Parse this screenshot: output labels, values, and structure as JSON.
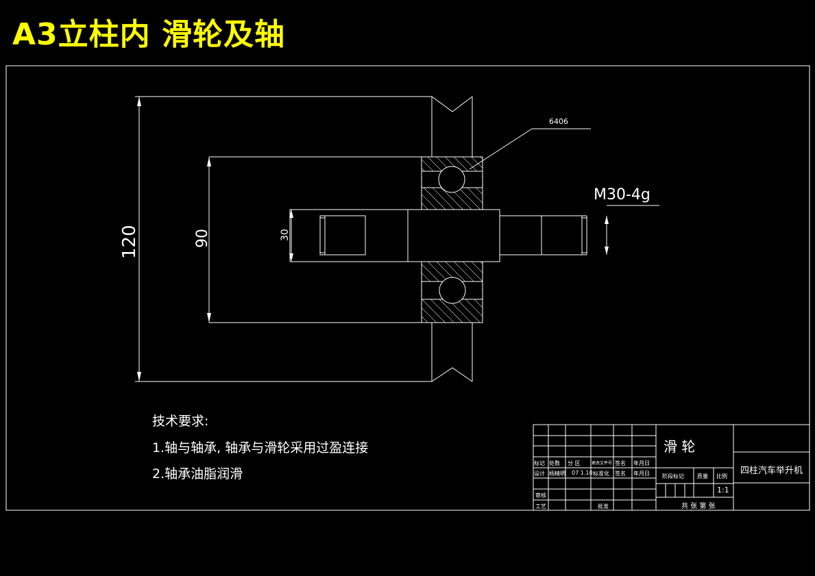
{
  "header": {
    "title": "A3立柱内 滑轮及轴"
  },
  "drawing": {
    "bearing_label": "6406",
    "thread_label": "M30-4g",
    "dims": {
      "d120": "120",
      "d90": "90",
      "d30": "30"
    }
  },
  "tech_requirements": {
    "heading": "技术要求:",
    "items": [
      "1.轴与轴承, 轴承与滑轮采用过盈连接",
      "2.轴承油脂润滑"
    ]
  },
  "title_block": {
    "part_name": "滑          轮",
    "product_name": "四柱汽车举升机",
    "scale": "1:1",
    "sheet_text": "共   张   第   张",
    "row_labels": [
      "标记",
      "处数",
      "分 区",
      "更改文件号",
      "签名",
      "年月日"
    ],
    "design_row": [
      "设计",
      "杨精明",
      "07 1.10",
      "标准化",
      "签名",
      "年月日"
    ],
    "stage_header": [
      "阶段标记",
      "质量",
      "比例"
    ],
    "review": "审核",
    "process": "工艺",
    "approve": "批准"
  }
}
